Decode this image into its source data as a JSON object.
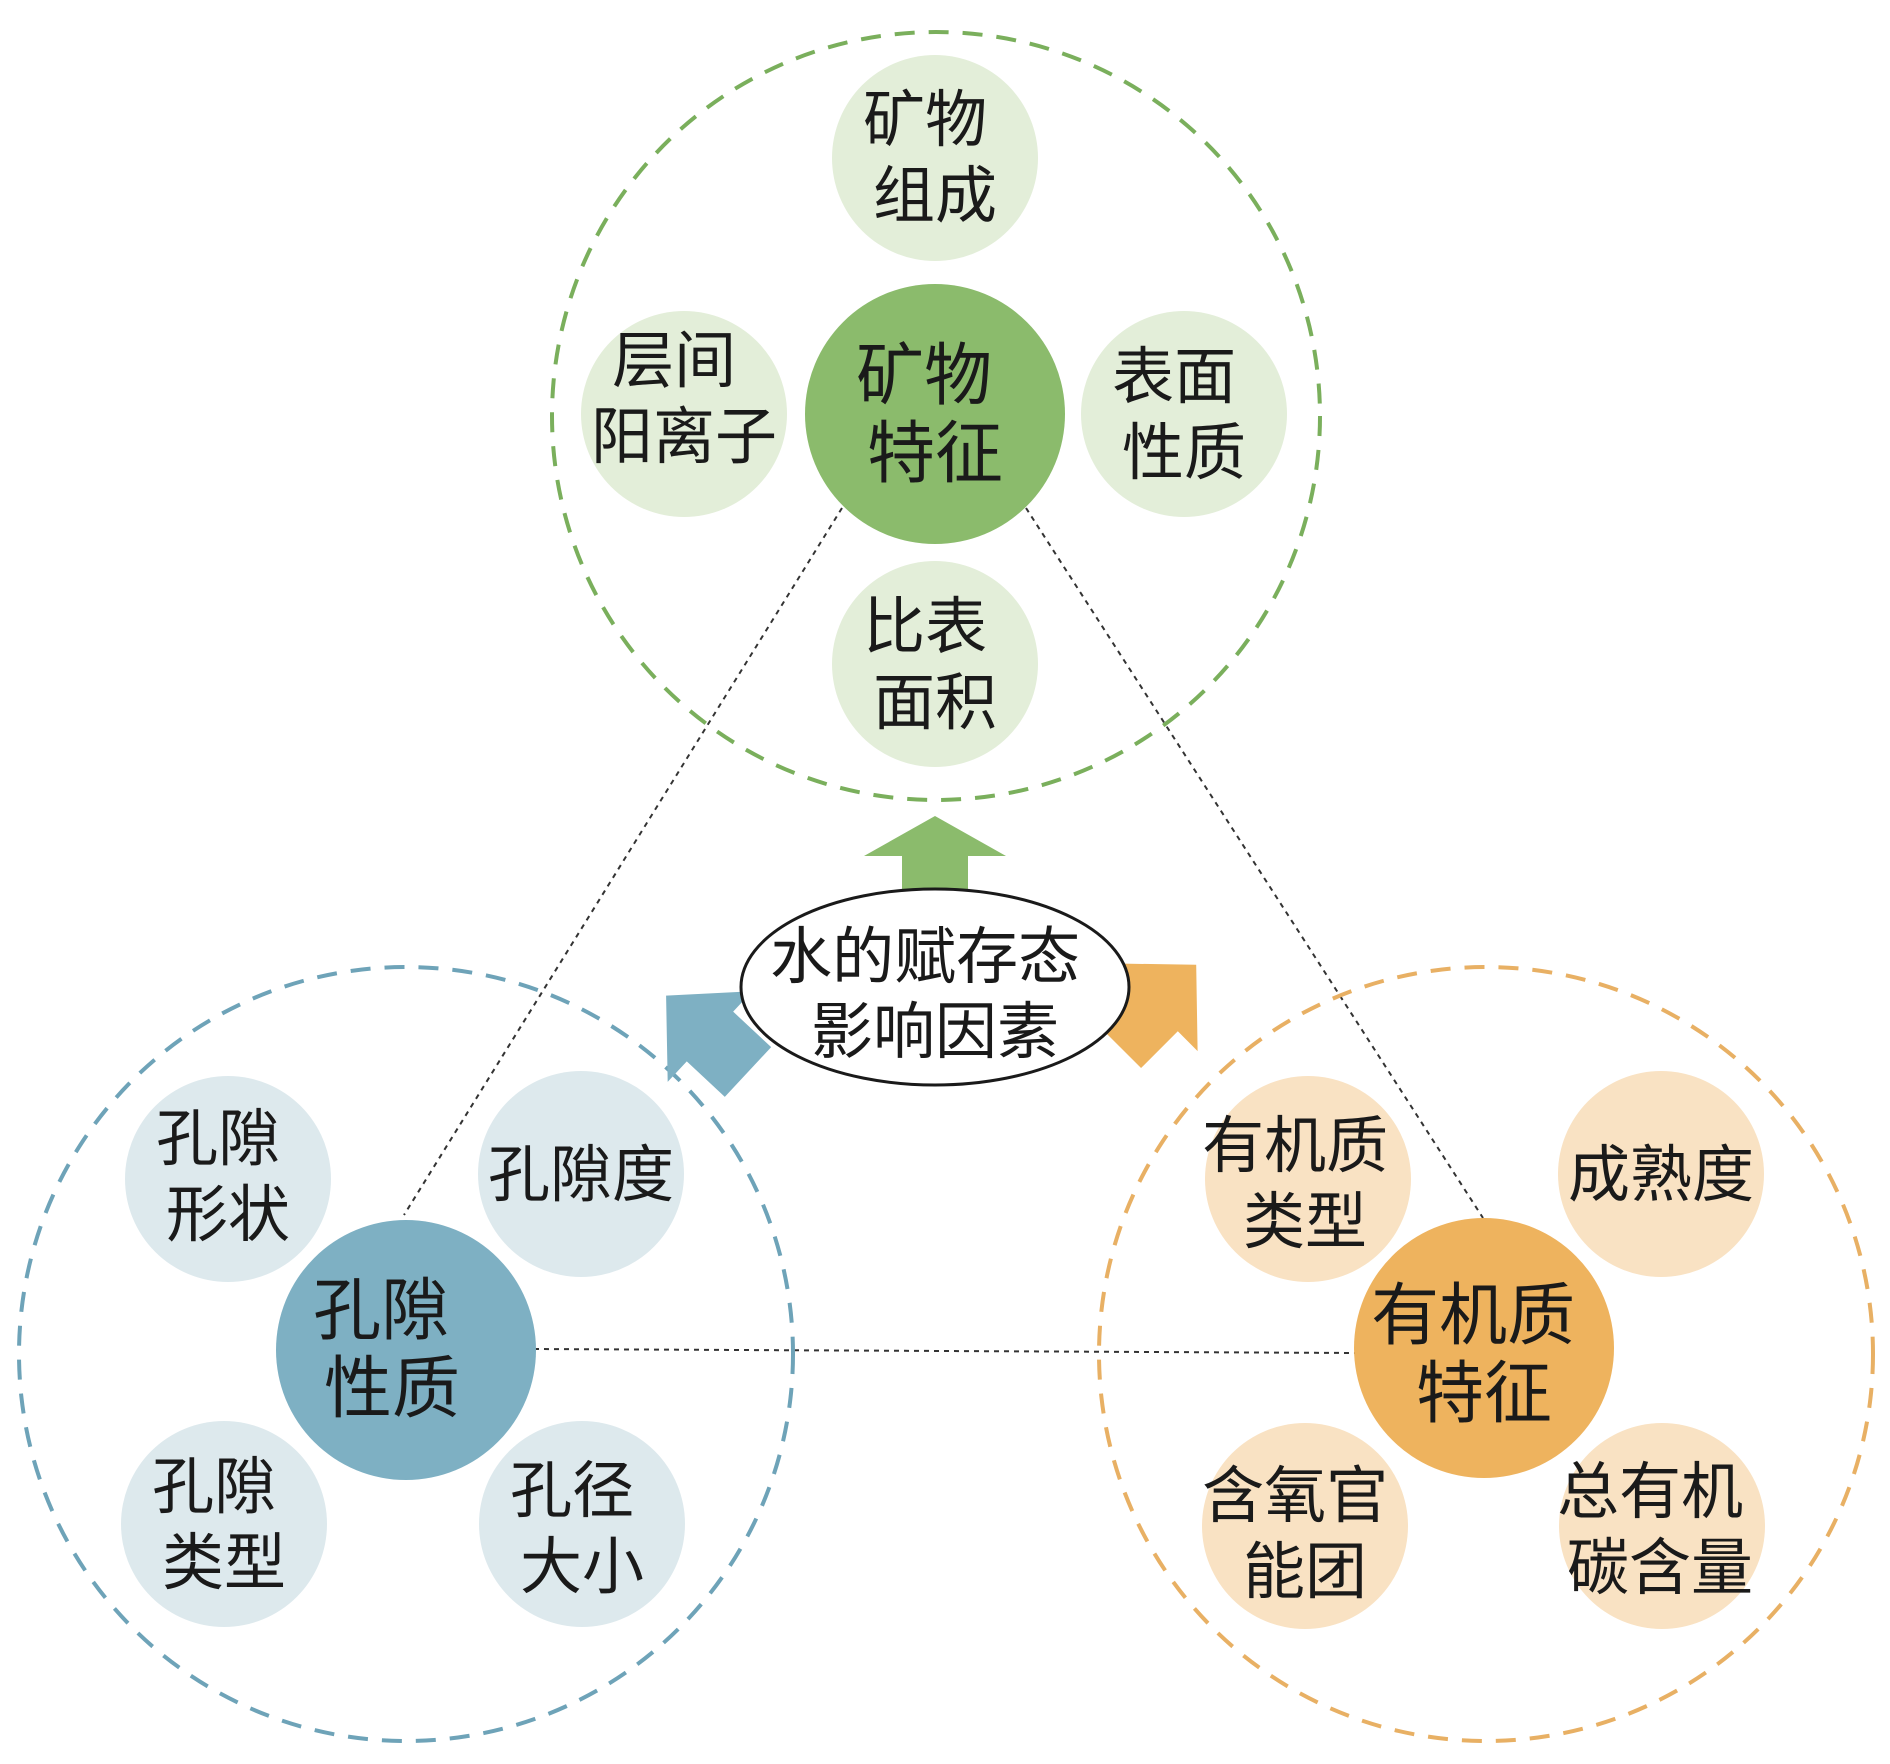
{
  "colors": {
    "mineral_main": "#8bbb6c",
    "mineral_light": "#e3eed9",
    "mineral_border": "#7aaf5c",
    "pore_main": "#7eb0c3",
    "pore_light": "#dde9ed",
    "pore_border": "#6ea3b8",
    "organic_main": "#eeb35e",
    "organic_light": "#f9e2c3",
    "organic_border": "#e8b064",
    "text": "#1a1a1a",
    "connector": "#333333"
  },
  "center": {
    "lines": [
      "水的赋存态",
      "影响因素"
    ]
  },
  "clusters": {
    "mineral": {
      "main": [
        "矿物",
        "特征"
      ],
      "factors": {
        "top": [
          "矿物",
          "组成"
        ],
        "left": [
          "层间",
          "阳离子"
        ],
        "right": [
          "表面",
          "性质"
        ],
        "bottom": [
          "比表",
          "面积"
        ]
      }
    },
    "pore": {
      "main": [
        "孔隙",
        "性质"
      ],
      "factors": {
        "top_left": [
          "孔隙",
          "形状"
        ],
        "top_right": [
          "孔隙度"
        ],
        "bottom_left": [
          "孔隙",
          "类型"
        ],
        "bottom_right": [
          "孔径",
          "大小"
        ]
      }
    },
    "organic": {
      "main": [
        "有机质",
        "特征"
      ],
      "factors": {
        "top_left": [
          "有机质",
          "类型"
        ],
        "top_right": [
          "成熟度"
        ],
        "bottom_left": [
          "含氧官",
          "能团"
        ],
        "bottom_right": [
          "总有机",
          "碳含量"
        ]
      }
    }
  }
}
